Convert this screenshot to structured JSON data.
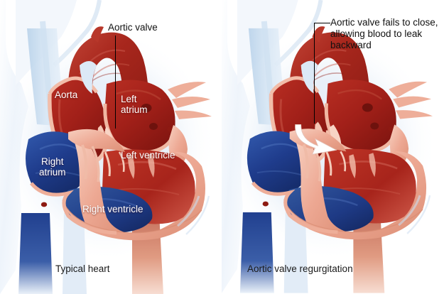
{
  "figure": {
    "type": "anatomical-illustration",
    "subject": "heart-cross-section-comparison"
  },
  "panels": [
    {
      "id": "typical-heart",
      "caption": "Typical heart",
      "callout": {
        "text": "Aortic valve",
        "lines": [
          "Aortic valve"
        ]
      },
      "labels": [
        {
          "id": "aorta",
          "lines": [
            "Aorta"
          ]
        },
        {
          "id": "left-atrium",
          "lines": [
            "Left",
            "atrium"
          ]
        },
        {
          "id": "left-ventricle",
          "lines": [
            "Left ventricle"
          ]
        },
        {
          "id": "right-atrium",
          "lines": [
            "Right",
            "atrium"
          ]
        },
        {
          "id": "right-ventricle",
          "lines": [
            "Right ventricle"
          ]
        }
      ]
    },
    {
      "id": "aortic-valve-regurgitation",
      "caption": "Aortic valve regurgitation",
      "callout": {
        "text": "Aortic valve fails to close, allowing blood to leak backward",
        "lines": [
          "Aortic valve fails to close,",
          "allowing blood to leak",
          "backward"
        ]
      },
      "labels": [],
      "flow_arrow": {
        "id": "regurgitant-flow-arrow",
        "direction": "backward-into-left-ventricle",
        "color": "#ffffff"
      }
    }
  ],
  "colors": {
    "oxygenated_blood": "#a8241f",
    "deoxygenated_blood": "#1f3c8c",
    "myocardium": "#eda893",
    "myocardium_light": "#f6c9b8",
    "vessel_shadow": "#c9dcef",
    "background": "#ffffff",
    "callout_text": "#111111",
    "label_text": "#ffffff",
    "leader_line": "#000000",
    "arrow": "#ffffff"
  }
}
